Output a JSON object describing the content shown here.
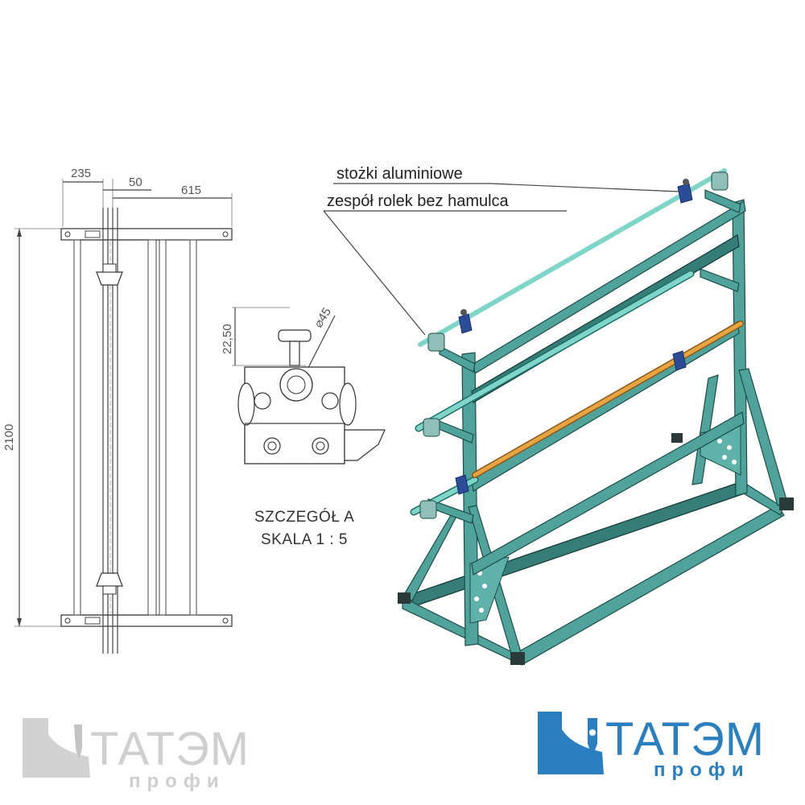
{
  "dimensions": {
    "top_left": "235",
    "top_mid": "50",
    "top_right": "615",
    "height": "2100",
    "detail_height": "22,50",
    "detail_diameter": "⌀45"
  },
  "detail": {
    "title": "SZCZEGÓŁ A",
    "scale": "SKALA 1 : 5"
  },
  "callouts": {
    "cones": "stożki aluminiowe",
    "roller_set": "zespół rolek bez hamulca"
  },
  "logo_watermark": {
    "main": "ТАТЭМ",
    "sub": "профи"
  },
  "logo": {
    "main": "ТАТЭМ",
    "sub": "профи"
  },
  "colors": {
    "frame": "#4fa39a",
    "roller": "#7fd6c8",
    "orange_roller": "#e8a440",
    "logo_blue": "#2a7fc0",
    "watermark_gray": "#c9c9c9"
  }
}
